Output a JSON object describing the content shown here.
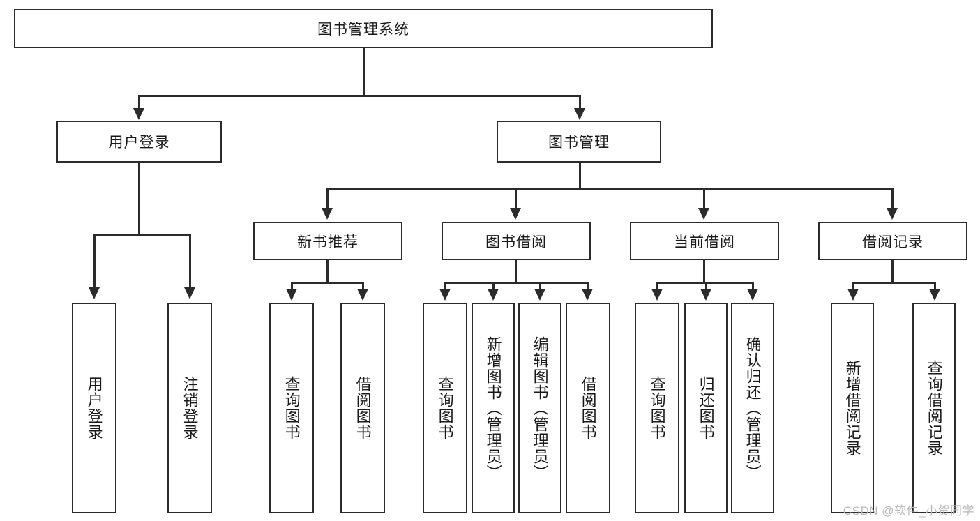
{
  "diagram": {
    "type": "tree-hierarchy",
    "title": "图书管理系统",
    "root": {
      "id": "root",
      "label": "图书管理系统",
      "level": 0
    },
    "level1": [
      {
        "id": "user-login",
        "label": "用户登录"
      },
      {
        "id": "book-manage",
        "label": "图书管理"
      }
    ],
    "level2": [
      {
        "id": "new-book-recommend",
        "label": "新书推荐",
        "parent": "book-manage"
      },
      {
        "id": "book-borrow",
        "label": "图书借阅",
        "parent": "book-manage"
      },
      {
        "id": "current-borrow",
        "label": "当前借阅",
        "parent": "book-manage"
      },
      {
        "id": "borrow-record",
        "label": "借阅记录",
        "parent": "book-manage"
      }
    ],
    "leaves": [
      {
        "id": "leaf-user-login",
        "label": "用户登录",
        "parent": "user-login"
      },
      {
        "id": "leaf-user-logout",
        "label": "注销登录",
        "parent": "user-login"
      },
      {
        "id": "leaf-query-book-1",
        "label": "查询图书",
        "parent": "new-book-recommend"
      },
      {
        "id": "leaf-borrow-book-1",
        "label": "借阅图书",
        "parent": "new-book-recommend"
      },
      {
        "id": "leaf-query-book-2",
        "label": "查询图书",
        "parent": "book-borrow"
      },
      {
        "id": "leaf-add-book",
        "label": "新增图书（管理员）",
        "parent": "book-borrow"
      },
      {
        "id": "leaf-edit-book",
        "label": "编辑图书（管理员）",
        "parent": "book-borrow"
      },
      {
        "id": "leaf-borrow-book-2",
        "label": "借阅图书",
        "parent": "book-borrow"
      },
      {
        "id": "leaf-query-book-3",
        "label": "查询图书",
        "parent": "current-borrow"
      },
      {
        "id": "leaf-return-book",
        "label": "归还图书",
        "parent": "current-borrow"
      },
      {
        "id": "leaf-confirm-return",
        "label": "确认归还（管理员）",
        "parent": "current-borrow"
      },
      {
        "id": "leaf-add-record",
        "label": "新增借阅记录",
        "parent": "borrow-record"
      },
      {
        "id": "leaf-query-record",
        "label": "查询借阅记录",
        "parent": "borrow-record"
      }
    ],
    "colors": {
      "stroke": "#2b2b2b",
      "fill": "#ffffff",
      "text": "#1a1a1a",
      "watermark": "#b9b9b9"
    }
  },
  "watermark": {
    "text": "CSDN @软件_小贺同学"
  }
}
